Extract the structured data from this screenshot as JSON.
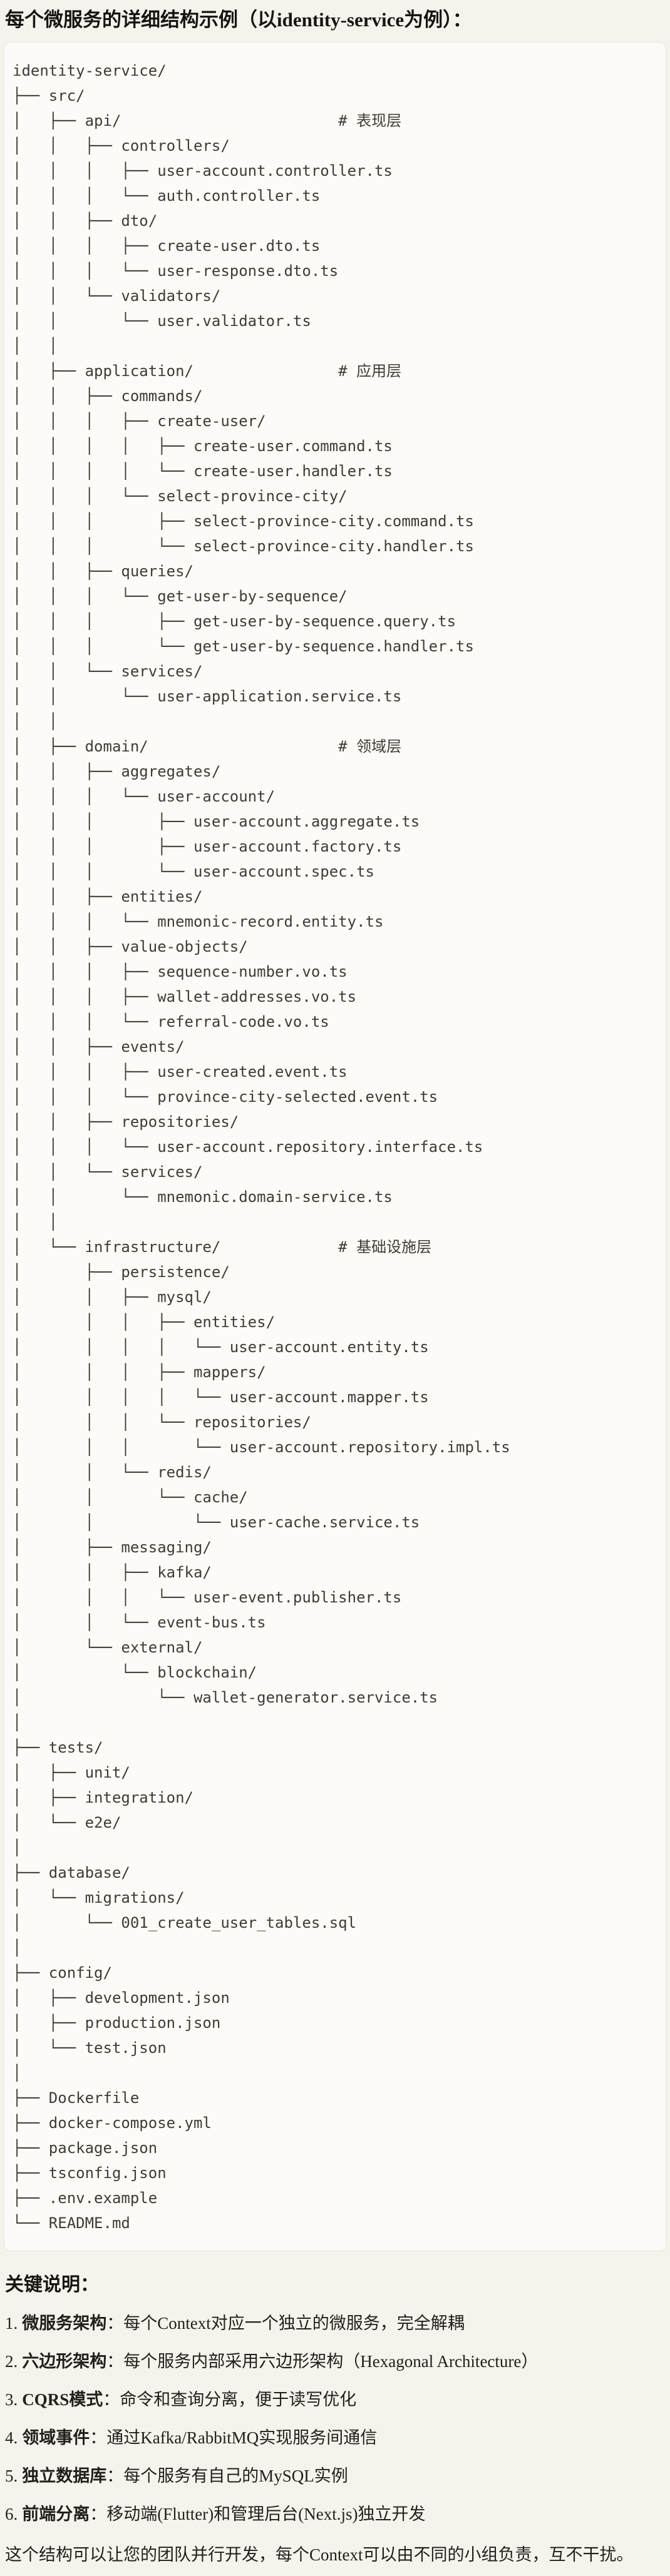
{
  "title": "每个微服务的详细结构示例（以identity-service为例）：",
  "code_block": {
    "tree_lines": [
      "identity-service/",
      "├── src/",
      "│   ├── api/                        # 表现层",
      "│   │   ├── controllers/",
      "│   │   │   ├── user-account.controller.ts",
      "│   │   │   └── auth.controller.ts",
      "│   │   ├── dto/",
      "│   │   │   ├── create-user.dto.ts",
      "│   │   │   └── user-response.dto.ts",
      "│   │   └── validators/",
      "│   │       └── user.validator.ts",
      "│   │",
      "│   ├── application/                # 应用层",
      "│   │   ├── commands/",
      "│   │   │   ├── create-user/",
      "│   │   │   │   ├── create-user.command.ts",
      "│   │   │   │   └── create-user.handler.ts",
      "│   │   │   └── select-province-city/",
      "│   │   │       ├── select-province-city.command.ts",
      "│   │   │       └── select-province-city.handler.ts",
      "│   │   ├── queries/",
      "│   │   │   └── get-user-by-sequence/",
      "│   │   │       ├── get-user-by-sequence.query.ts",
      "│   │   │       └── get-user-by-sequence.handler.ts",
      "│   │   └── services/",
      "│   │       └── user-application.service.ts",
      "│   │",
      "│   ├── domain/                     # 领域层",
      "│   │   ├── aggregates/",
      "│   │   │   └── user-account/",
      "│   │   │       ├── user-account.aggregate.ts",
      "│   │   │       ├── user-account.factory.ts",
      "│   │   │       └── user-account.spec.ts",
      "│   │   ├── entities/",
      "│   │   │   └── mnemonic-record.entity.ts",
      "│   │   ├── value-objects/",
      "│   │   │   ├── sequence-number.vo.ts",
      "│   │   │   ├── wallet-addresses.vo.ts",
      "│   │   │   └── referral-code.vo.ts",
      "│   │   ├── events/",
      "│   │   │   ├── user-created.event.ts",
      "│   │   │   └── province-city-selected.event.ts",
      "│   │   ├── repositories/",
      "│   │   │   └── user-account.repository.interface.ts",
      "│   │   └── services/",
      "│   │       └── mnemonic.domain-service.ts",
      "│   │",
      "│   └── infrastructure/             # 基础设施层",
      "│       ├── persistence/",
      "│       │   ├── mysql/",
      "│       │   │   ├── entities/",
      "│       │   │   │   └── user-account.entity.ts",
      "│       │   │   ├── mappers/",
      "│       │   │   │   └── user-account.mapper.ts",
      "│       │   │   └── repositories/",
      "│       │   │       └── user-account.repository.impl.ts",
      "│       │   └── redis/",
      "│       │       └── cache/",
      "│       │           └── user-cache.service.ts",
      "│       ├── messaging/",
      "│       │   ├── kafka/",
      "│       │   │   └── user-event.publisher.ts",
      "│       │   └── event-bus.ts",
      "│       └── external/",
      "│           └── blockchain/",
      "│               └── wallet-generator.service.ts",
      "│",
      "├── tests/",
      "│   ├── unit/",
      "│   ├── integration/",
      "│   └── e2e/",
      "│",
      "├── database/",
      "│   └── migrations/",
      "│       └── 001_create_user_tables.sql",
      "│",
      "├── config/",
      "│   ├── development.json",
      "│   ├── production.json",
      "│   └── test.json",
      "│",
      "├── Dockerfile",
      "├── docker-compose.yml",
      "├── package.json",
      "├── tsconfig.json",
      "├── .env.example",
      "└── README.md"
    ]
  },
  "notes": {
    "heading": "关键说明：",
    "items": [
      {
        "num": "1.",
        "term": "微服务架构",
        "text": "：每个Context对应一个独立的微服务，完全解耦"
      },
      {
        "num": "2.",
        "term": "六边形架构",
        "text": "：每个服务内部采用六边形架构（Hexagonal Architecture）"
      },
      {
        "num": "3.",
        "term": "CQRS模式",
        "text": "：命令和查询分离，便于读写优化"
      },
      {
        "num": "4.",
        "term": "领域事件",
        "text": "：通过Kafka/RabbitMQ实现服务间通信"
      },
      {
        "num": "5.",
        "term": "独立数据库",
        "text": "：每个服务有自己的MySQL实例"
      },
      {
        "num": "6.",
        "term": "前端分离",
        "text": "：移动端(Flutter)和管理后台(Next.js)独立开发"
      }
    ]
  },
  "closing": "这个结构可以让您的团队并行开发，每个Context可以由不同的小组负责，互不干扰。",
  "colors": {
    "page_bg": "#f5f3ec",
    "code_bg": "#fcfbf7",
    "code_border": "#e7e4da",
    "tree_text": "#3d3c37",
    "body_text": "#21201b"
  }
}
